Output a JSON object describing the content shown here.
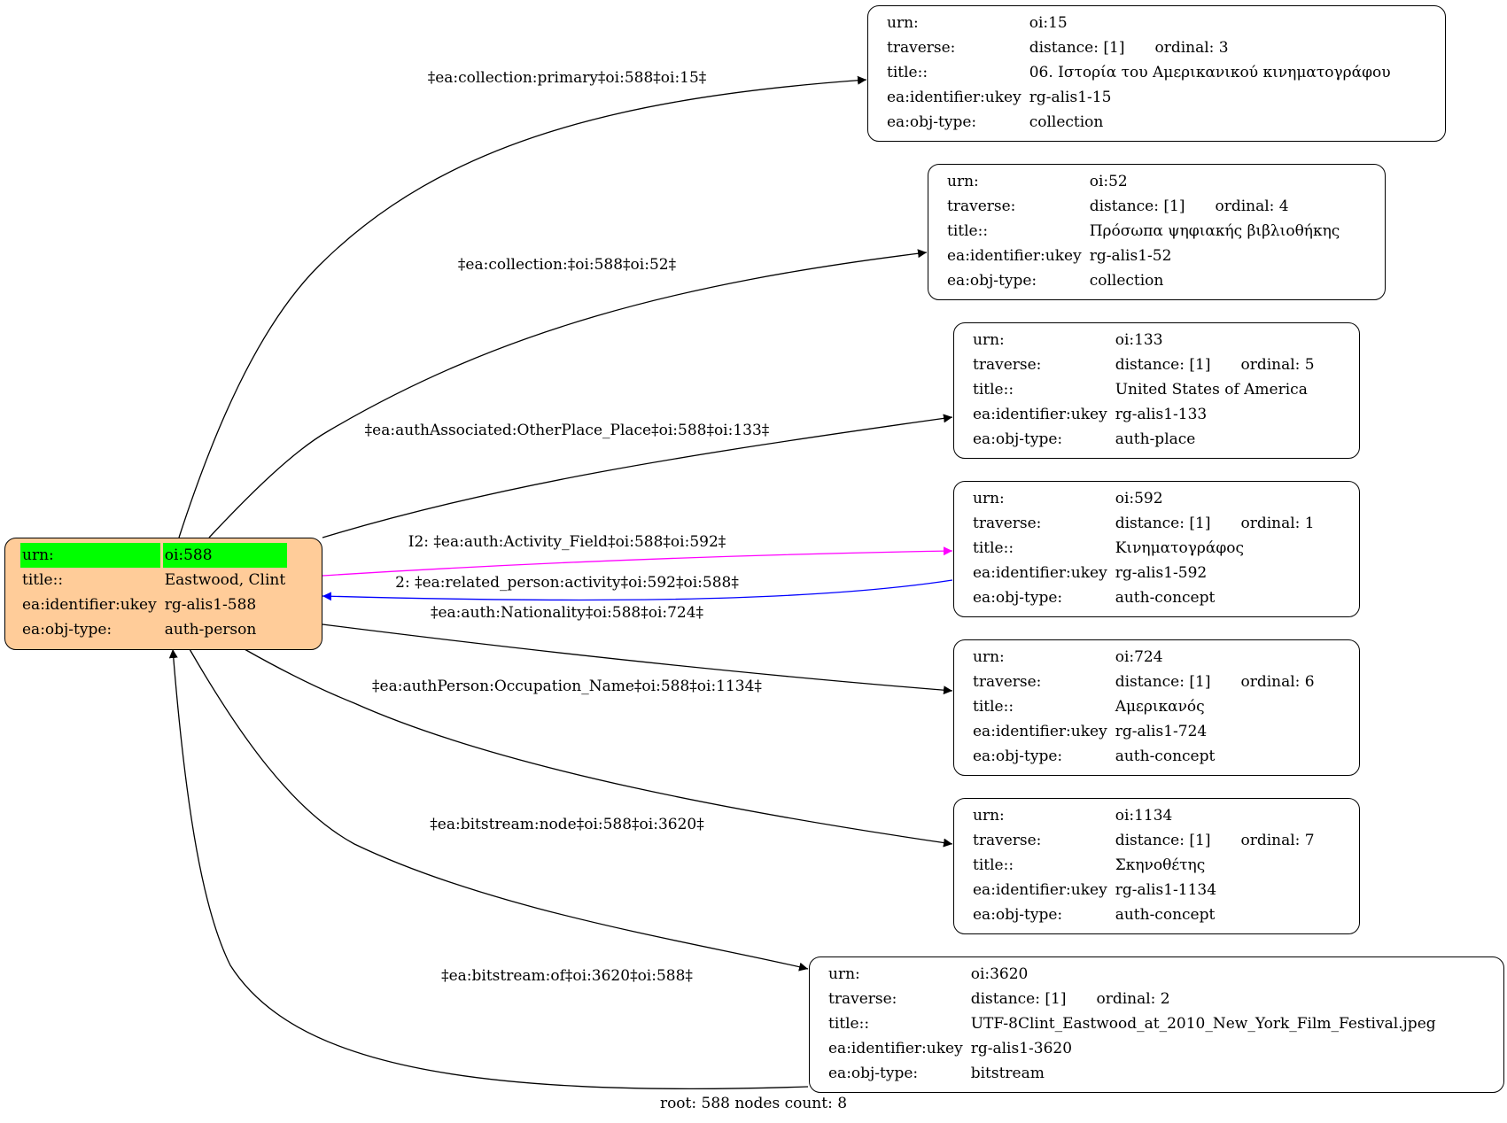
{
  "root": {
    "id": "oi588",
    "rows": [
      {
        "k": "urn:",
        "v": "oi:588",
        "hl": true
      },
      {
        "k": "title::",
        "v": "Eastwood, Clint"
      },
      {
        "k": "ea:identifier:ukey",
        "v": "rg-alis1-588"
      },
      {
        "k": "ea:obj-type:",
        "v": "auth-person"
      }
    ],
    "fill": "#ffcc99",
    "highlight": "#00ff00"
  },
  "nodes": [
    {
      "id": "oi15",
      "urn": "oi:15",
      "distance": "distance: [1]",
      "ordinal": "ordinal: 3",
      "title": "06. Ιστορία του Αμερικανικού κινηματογράφου",
      "ukey": "rg-alis1-15",
      "objtype": "collection"
    },
    {
      "id": "oi52",
      "urn": "oi:52",
      "distance": "distance: [1]",
      "ordinal": "ordinal: 4",
      "title": "Πρόσωπα ψηφιακής βιβλιοθήκης",
      "ukey": "rg-alis1-52",
      "objtype": "collection"
    },
    {
      "id": "oi133",
      "urn": "oi:133",
      "distance": "distance: [1]",
      "ordinal": "ordinal: 5",
      "title": "United States of America",
      "ukey": "rg-alis1-133",
      "objtype": "auth-place"
    },
    {
      "id": "oi592",
      "urn": "oi:592",
      "distance": "distance: [1]",
      "ordinal": "ordinal: 1",
      "title": "Κινηματογράφος",
      "ukey": "rg-alis1-592",
      "objtype": "auth-concept"
    },
    {
      "id": "oi724",
      "urn": "oi:724",
      "distance": "distance: [1]",
      "ordinal": "ordinal: 6",
      "title": "Αμερικανός",
      "ukey": "rg-alis1-724",
      "objtype": "auth-concept"
    },
    {
      "id": "oi1134",
      "urn": "oi:1134",
      "distance": "distance: [1]",
      "ordinal": "ordinal: 7",
      "title": "Σκηνοθέτης",
      "ukey": "rg-alis1-1134",
      "objtype": "auth-concept"
    },
    {
      "id": "oi3620",
      "urn": "oi:3620",
      "distance": "distance: [1]",
      "ordinal": "ordinal: 2",
      "title": "UTF-8Clint_Eastwood_at_2010_New_York_Film_Festival.jpeg",
      "ukey": "rg-alis1-3620",
      "objtype": "bitstream"
    }
  ],
  "field_labels": {
    "urn": "urn:",
    "traverse": "traverse:",
    "title": "title::",
    "ukey": "ea:identifier:ukey",
    "objtype": "ea:obj-type:"
  },
  "edges": [
    {
      "from": "oi588",
      "to": "oi15",
      "label": "‡ea:collection:primary‡oi:588‡oi:15‡",
      "color": "#000000"
    },
    {
      "from": "oi588",
      "to": "oi52",
      "label": "‡ea:collection:‡oi:588‡oi:52‡",
      "color": "#000000"
    },
    {
      "from": "oi588",
      "to": "oi133",
      "label": "‡ea:authAssociated:OtherPlace_Place‡oi:588‡oi:133‡",
      "color": "#000000"
    },
    {
      "from": "oi588",
      "to": "oi592",
      "label": "I2: ‡ea:auth:Activity_Field‡oi:588‡oi:592‡",
      "color": "#ff00ff"
    },
    {
      "from": "oi592",
      "to": "oi588",
      "label": "2: ‡ea:related_person:activity‡oi:592‡oi:588‡",
      "color": "#0000ff"
    },
    {
      "from": "oi588",
      "to": "oi724",
      "label": "‡ea:auth:Nationality‡oi:588‡oi:724‡",
      "color": "#000000"
    },
    {
      "from": "oi588",
      "to": "oi1134",
      "label": "‡ea:authPerson:Occupation_Name‡oi:588‡oi:1134‡",
      "color": "#000000"
    },
    {
      "from": "oi588",
      "to": "oi3620",
      "label": "‡ea:bitstream:node‡oi:588‡oi:3620‡",
      "color": "#000000"
    },
    {
      "from": "oi3620",
      "to": "oi588",
      "label": "‡ea:bitstream:of‡oi:3620‡oi:588‡",
      "color": "#000000"
    }
  ],
  "footer": "root: 588 nodes count: 8"
}
